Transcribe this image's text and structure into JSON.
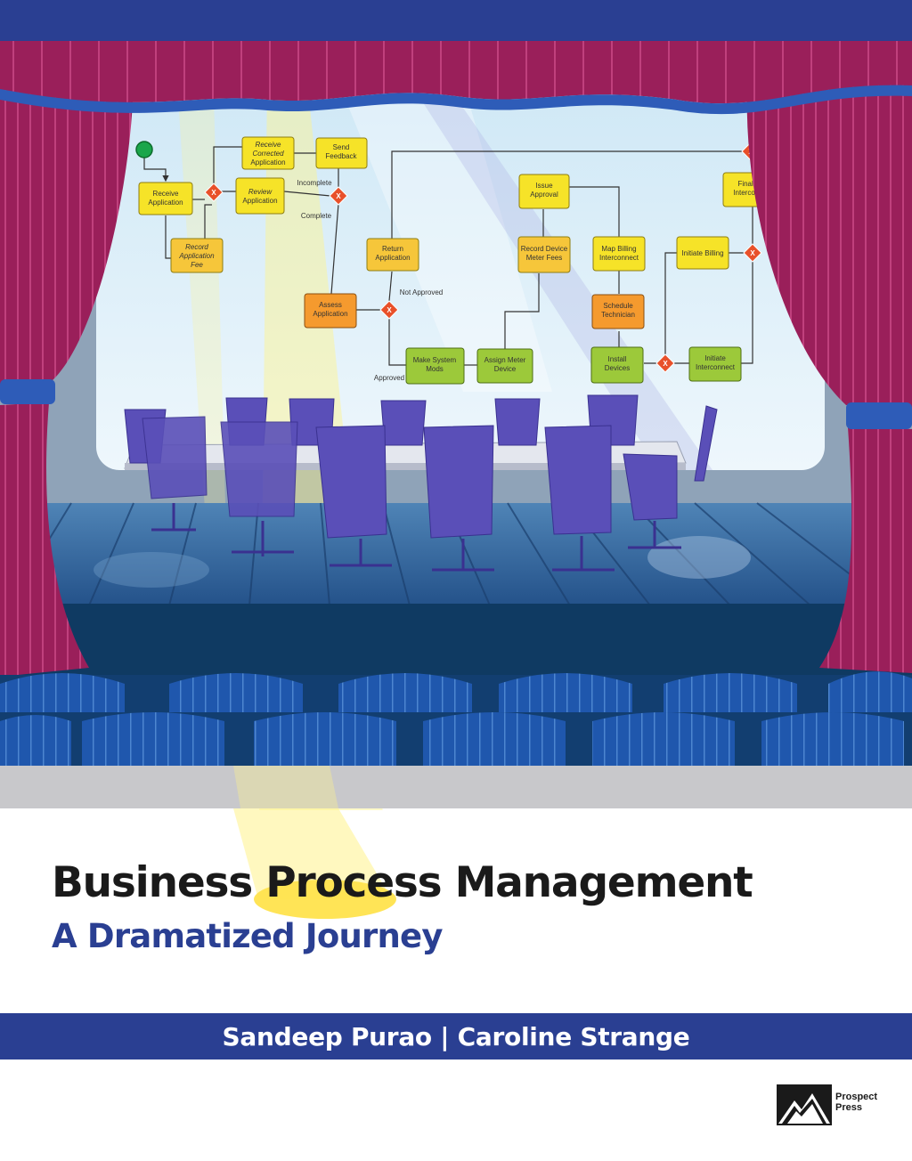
{
  "cover": {
    "title": "Business Process Management",
    "subtitle": "A Dramatized Journey",
    "authors": "Sandeep Purao | Caroline Strange",
    "publisher_line1": "Prospect",
    "publisher_line2": "Press"
  },
  "diagram": {
    "tasks": {
      "receive_application_1": "Receive",
      "receive_application_2": "Application",
      "record_fee_1": "Record",
      "record_fee_2": "Application",
      "record_fee_3": "Fee",
      "receive_corrected_1": "Receive",
      "receive_corrected_2": "Corrected",
      "receive_corrected_3": "Application",
      "review_application_1": "Review",
      "review_application_2": "Application",
      "send_feedback_1": "Send",
      "send_feedback_2": "Feedback",
      "assess_application_1": "Assess",
      "assess_application_2": "Application",
      "return_application_1": "Return",
      "return_application_2": "Application",
      "make_system_mods_1": "Make System",
      "make_system_mods_2": "Mods",
      "assign_meter_1": "Assign Meter",
      "assign_meter_2": "Device",
      "record_device_1": "Record Device",
      "record_device_2": "Meter Fees",
      "issue_approval_1": "Issue",
      "issue_approval_2": "Approval",
      "map_billing_1": "Map Billing",
      "map_billing_2": "Interconnect",
      "schedule_technician_1": "Schedule",
      "schedule_technician_2": "Technician",
      "install_devices_1": "Install",
      "install_devices_2": "Devices",
      "initiate_billing": "Initiate Billing",
      "initiate_interconnect_1": "Initiate",
      "initiate_interconnect_2": "Interconnect",
      "finalize_1": "Finaliz",
      "finalize_2": "Interconn"
    },
    "labels": {
      "incomplete": "Incomplete",
      "complete": "Complete",
      "not_approved": "Not Approved",
      "approved": "Approved"
    },
    "gateway_symbol": "X"
  },
  "colors": {
    "top_band": "#2a3f92",
    "curtain": "#9a1f5a",
    "curtain_stripe": "#c0407d",
    "valance_trim": "#2e5cb8",
    "author_band": "#2a3f92",
    "title_text": "#1a1a1a",
    "subtitle_text": "#2a3f92",
    "task_yellow": "#f6e328",
    "task_orange": "#f59a2e",
    "task_green": "#9cc93a",
    "gateway": "#e8502a",
    "chairs": "#5a4fb8",
    "seats": "#1f57ad"
  }
}
